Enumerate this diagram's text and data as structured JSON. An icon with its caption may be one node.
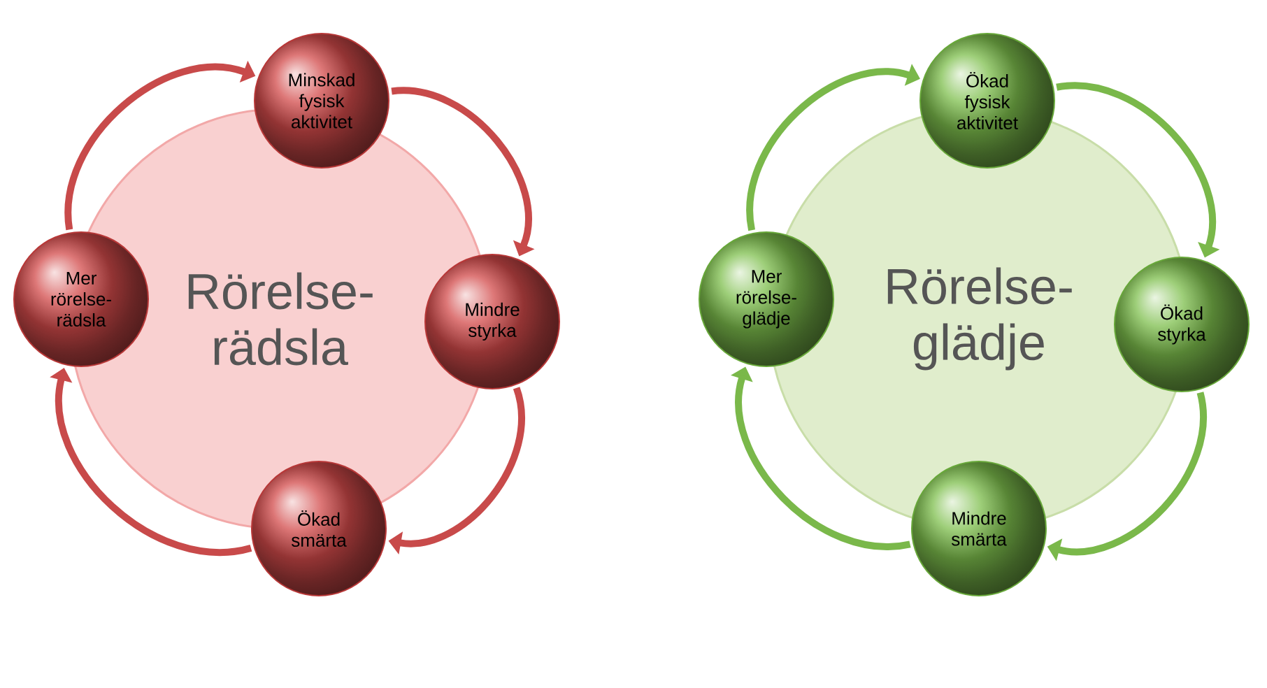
{
  "diagram": {
    "nodes": [
      {
        "text": [
          "Rörelse- rädsla"
        ]
      },
      {
        "text": [
          "Minskad fysisk aktivitet"
        ]
      },
      {
        "text": [
          "Mindre styrka"
        ]
      },
      {
        "text": [
          "Ökad smärta"
        ]
      },
      {
        "text": [
          "Mer rörelse- rädsla"
        ]
      },
      {
        "text": [
          "Rörelse- glädje"
        ]
      },
      {
        "text": [
          "Ökad fysisk aktivitet"
        ]
      },
      {
        "text": [
          "Ökad styrka"
        ]
      },
      {
        "text": [
          "Mindre smärta"
        ]
      },
      {
        "text": [
          "Mer rörelse- glädje"
        ]
      }
    ],
    "edges": [
      {
        "from": 1,
        "to": 2,
        "arrow": "to",
        "color": "#c84a4a"
      },
      {
        "from": 2,
        "to": 3,
        "arrow": "to",
        "color": "#c84a4a"
      },
      {
        "from": 3,
        "to": 4,
        "arrow": "to",
        "color": "#c84a4a"
      },
      {
        "from": 4,
        "to": 1,
        "arrow": "to",
        "color": "#c84a4a"
      },
      {
        "from": 6,
        "to": 7,
        "arrow": "to",
        "color": "#7ab84a"
      },
      {
        "from": 7,
        "to": 8,
        "arrow": "to",
        "color": "#7ab84a"
      },
      {
        "from": 8,
        "to": 9,
        "arrow": "to",
        "color": "#7ab84a"
      },
      {
        "from": 9,
        "to": 6,
        "arrow": "to",
        "color": "#7ab84a"
      }
    ]
  }
}
